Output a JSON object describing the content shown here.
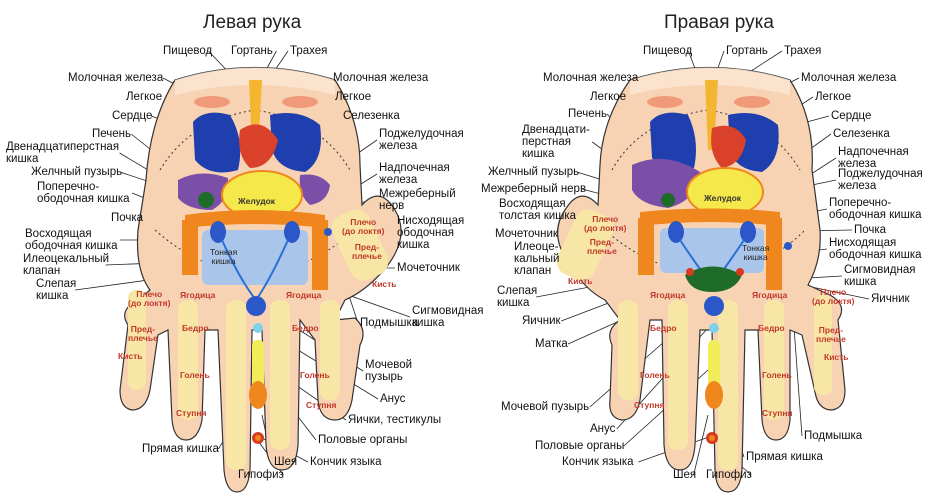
{
  "left": {
    "title": "Левая рука",
    "labels": [
      {
        "key": "pishchevod",
        "text": "Пищевод"
      },
      {
        "key": "gortan",
        "text": "Гортань"
      },
      {
        "key": "traheya",
        "text": "Трахея"
      },
      {
        "key": "mol_l",
        "text": "Молочная железа"
      },
      {
        "key": "mol_r",
        "text": "Молочная железа"
      },
      {
        "key": "legkoe_l",
        "text": "Легкое"
      },
      {
        "key": "legkoe_r",
        "text": "Легкое"
      },
      {
        "key": "serdce",
        "text": "Сердце"
      },
      {
        "key": "selezenka",
        "text": "Селезенка"
      },
      {
        "key": "pechen",
        "text": "Печень"
      },
      {
        "key": "podzhel",
        "text": "Поджелудочная\nжелеза"
      },
      {
        "key": "dpk",
        "text": "Двенадцатиперстная\nкишка"
      },
      {
        "key": "nadpoch",
        "text": "Надпочечная\nжелеза"
      },
      {
        "key": "zhelch",
        "text": "Желчный пузырь"
      },
      {
        "key": "mezhreb",
        "text": "Межреберный\nнерв"
      },
      {
        "key": "poper",
        "text": "Поперечно-\nободочная кишка"
      },
      {
        "key": "pochka",
        "text": "Почка"
      },
      {
        "key": "nishod",
        "text": "Нисходящая\nободочная\nкишка"
      },
      {
        "key": "voshod",
        "text": "Восходящая\nободочная кишка"
      },
      {
        "key": "ileo",
        "text": "Илеоцекальный\nклапан"
      },
      {
        "key": "mochetoch",
        "text": "Мочеточник"
      },
      {
        "key": "slepaya",
        "text": "Слепая\nкишка"
      },
      {
        "key": "sigm",
        "text": "Сигмовидная\nкишка"
      },
      {
        "key": "podmyshka",
        "text": "Подмышка"
      },
      {
        "key": "mochevoy",
        "text": "Мочевой\nпузырь"
      },
      {
        "key": "anus",
        "text": "Анус"
      },
      {
        "key": "yaichki",
        "text": "Яички, тестикулы"
      },
      {
        "key": "pryamaya",
        "text": "Прямая кишка"
      },
      {
        "key": "polovye",
        "text": "Половые органы"
      },
      {
        "key": "sheya",
        "text": "Шея"
      },
      {
        "key": "konchik",
        "text": "Кончик языка"
      },
      {
        "key": "gipofiz",
        "text": "Гипофиз"
      }
    ],
    "organ_text": {
      "zheludok": "Желудок",
      "tonkaya": "Тонкая\nкишка",
      "plecho": "Плечо\n(до локтя)",
      "predpleche": "Пред-\nплечье",
      "kist": "Кисть",
      "yagodica": "Ягодица",
      "bedro": "Бедро",
      "golen": "Голень",
      "stupnya": "Ступня"
    }
  },
  "right": {
    "title": "Правая рука",
    "labels": [
      {
        "key": "pishchevod",
        "text": "Пищевод"
      },
      {
        "key": "gortan",
        "text": "Гортань"
      },
      {
        "key": "traheya",
        "text": "Трахея"
      },
      {
        "key": "mol_l",
        "text": "Молочная железа"
      },
      {
        "key": "mol_r",
        "text": "Молочная железа"
      },
      {
        "key": "legkoe_l",
        "text": "Легкое"
      },
      {
        "key": "legkoe_r",
        "text": "Легкое"
      },
      {
        "key": "pechen",
        "text": "Печень"
      },
      {
        "key": "serdce",
        "text": "Сердце"
      },
      {
        "key": "dpk",
        "text": "Двенадцати-\nперстная\nкишка"
      },
      {
        "key": "selezenka",
        "text": "Селезенка"
      },
      {
        "key": "nadpoch",
        "text": "Надпочечная\nжелеза"
      },
      {
        "key": "zhelch",
        "text": "Желчный пузырь"
      },
      {
        "key": "podzhel",
        "text": "Поджелудочная\nжелеза"
      },
      {
        "key": "mezhreb",
        "text": "Межреберный нерв"
      },
      {
        "key": "voshod",
        "text": "Восходящая\nтолстая кишка"
      },
      {
        "key": "poper",
        "text": "Поперечно-\nободочная кишка"
      },
      {
        "key": "mochetoch",
        "text": "Мочеточник"
      },
      {
        "key": "pochka",
        "text": "Почка"
      },
      {
        "key": "ileo",
        "text": "Илеоце-\nкальный\nклапан"
      },
      {
        "key": "nishod",
        "text": "Нисходящая\nободочная кишка"
      },
      {
        "key": "sigm",
        "text": "Сигмовидная\nкишка"
      },
      {
        "key": "slepaya",
        "text": "Слепая\nкишка"
      },
      {
        "key": "yaichnik_r",
        "text": "Яичник"
      },
      {
        "key": "yaichnik_l",
        "text": "Яичник"
      },
      {
        "key": "matka",
        "text": "Матка"
      },
      {
        "key": "mochevoy",
        "text": "Мочевой пузырь"
      },
      {
        "key": "anus",
        "text": "Анус"
      },
      {
        "key": "polovye",
        "text": "Половые органы"
      },
      {
        "key": "konchik",
        "text": "Кончик языка"
      },
      {
        "key": "podmyshka",
        "text": "Подмышка"
      },
      {
        "key": "pryamaya",
        "text": "Прямая кишка"
      },
      {
        "key": "sheya",
        "text": "Шея"
      },
      {
        "key": "gipofiz",
        "text": "Гипофиз"
      }
    ],
    "organ_text": {
      "zheludok": "Желудок",
      "tonkaya": "Тонкая\nкишка",
      "plecho": "Плечо\n(до локтя)",
      "predpleche": "Пред-\nплечье",
      "kist": "Кисть",
      "yagodica": "Ягодица",
      "bedro": "Бедро",
      "golen": "Голень",
      "stupnya": "Ступня"
    }
  },
  "colors": {
    "skin": "#f8d3b3",
    "skin_outline": "#333333",
    "bone": "#f7e6a6",
    "lung": "#1f3fae",
    "liver": "#7b4fa8",
    "heart": "#d9412a",
    "stomach": "#f4e84a",
    "colon": "#f0861e",
    "intestine": "#a9c6ea",
    "kidney": "#2b57c8",
    "gall": "#1f6b2a",
    "ureter": "#2a6fd6",
    "reproductive": "#f2ec5b",
    "tip": "#d63b1f",
    "accent_text": "#c0392b"
  }
}
